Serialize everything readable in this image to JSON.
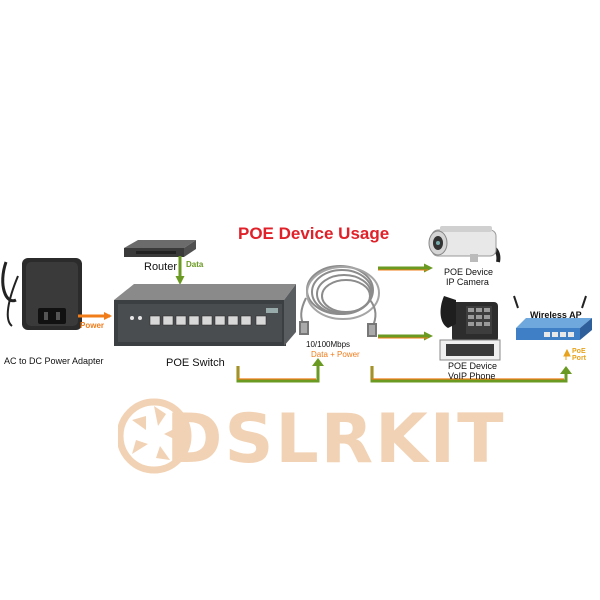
{
  "title": "POE Device Usage",
  "colors": {
    "title": "#e0212a",
    "power_arrow": "#f07c1a",
    "data_arrow": "#6a9a22",
    "poe_port_text": "#e8a21b",
    "watermark": "#f2d2b4"
  },
  "devices": {
    "adapter": "AC to DC Power Adapter",
    "router": "Router",
    "switch": "POE Switch",
    "camera_line1": "POE Device",
    "camera_line2": "IP Camera",
    "phone_line1": "POE Device",
    "phone_line2": "VoIP Phone",
    "ap": "Wireless AP"
  },
  "links": {
    "power": "Power",
    "data": "Data",
    "cable_speed": "10/100Mbps",
    "cable_desc": "Data + Power",
    "poe_port": "PoE Port"
  },
  "watermark": "DSLRKIT",
  "icons": [
    "power-adapter-icon",
    "router-icon",
    "poe-switch-icon",
    "ethernet-cable-icon",
    "ip-camera-icon",
    "voip-phone-icon",
    "wireless-ap-icon"
  ]
}
